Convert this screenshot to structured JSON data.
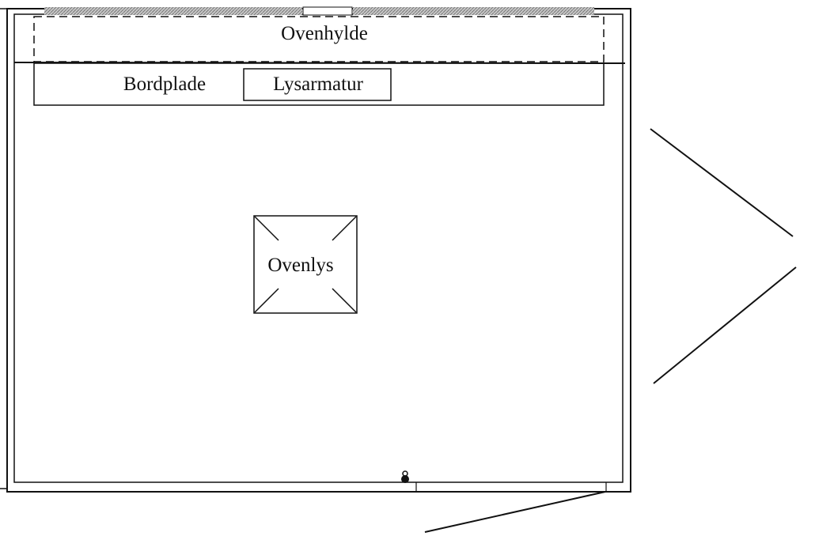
{
  "labels": {
    "top_shelf": "Ovenhylde",
    "countertop": "Bordplade",
    "light_fixture": "Lysarmatur",
    "skylight": "Ovenlys"
  },
  "colors": {
    "line": "#111111",
    "window_hatch": "#9a9a9a"
  }
}
